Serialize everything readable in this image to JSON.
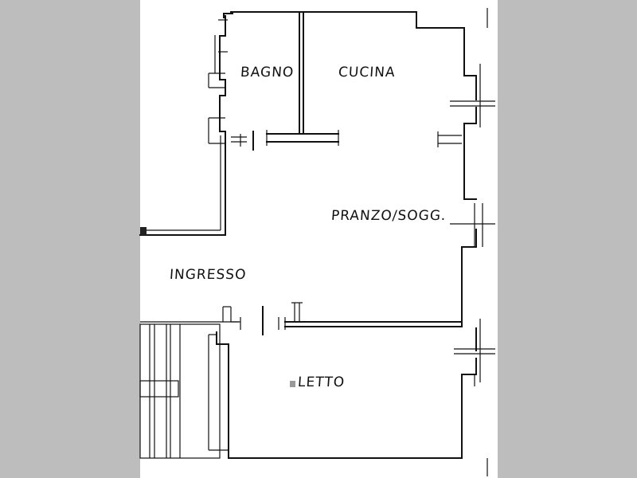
{
  "floorplan": {
    "rooms": [
      {
        "label": "BAGNO"
      },
      {
        "label": "CUCINA"
      },
      {
        "label": "PRANZO/SOGG."
      },
      {
        "label": "INGRESSO"
      },
      {
        "label": "LETTO"
      }
    ]
  },
  "colors": {
    "margin": "#bdbdbd",
    "sheet": "#ffffff",
    "ink": "#111111"
  }
}
